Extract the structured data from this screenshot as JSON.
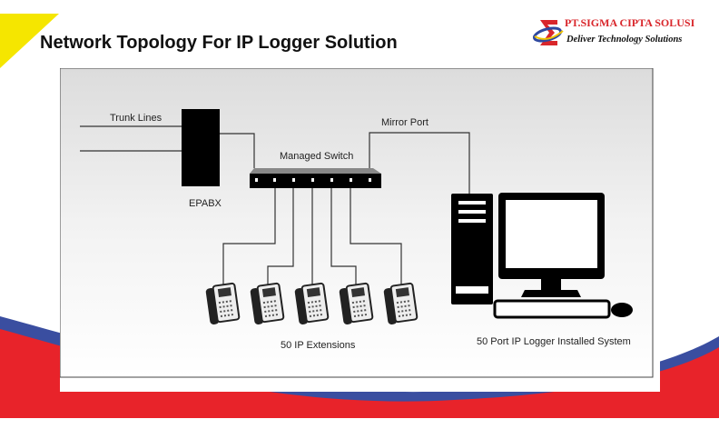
{
  "slide": {
    "title": "Network Topology For IP Logger Solution",
    "logo": {
      "name": "PT.SIGMA CIPTA SOLUSI",
      "tagline": "Deliver Technology Solutions"
    }
  },
  "diagram": {
    "labels": {
      "trunk_lines": "Trunk Lines",
      "epabx": "EPABX",
      "managed_switch": "Managed Switch",
      "mirror_port": "Mirror Port",
      "extensions": "50 IP Extensions",
      "logger": "50 Port IP Logger Installed System"
    },
    "phone_count_shown": 5
  },
  "colors": {
    "red": "#e8232a",
    "blue": "#3a4ea0",
    "yellow": "#f5e600"
  }
}
